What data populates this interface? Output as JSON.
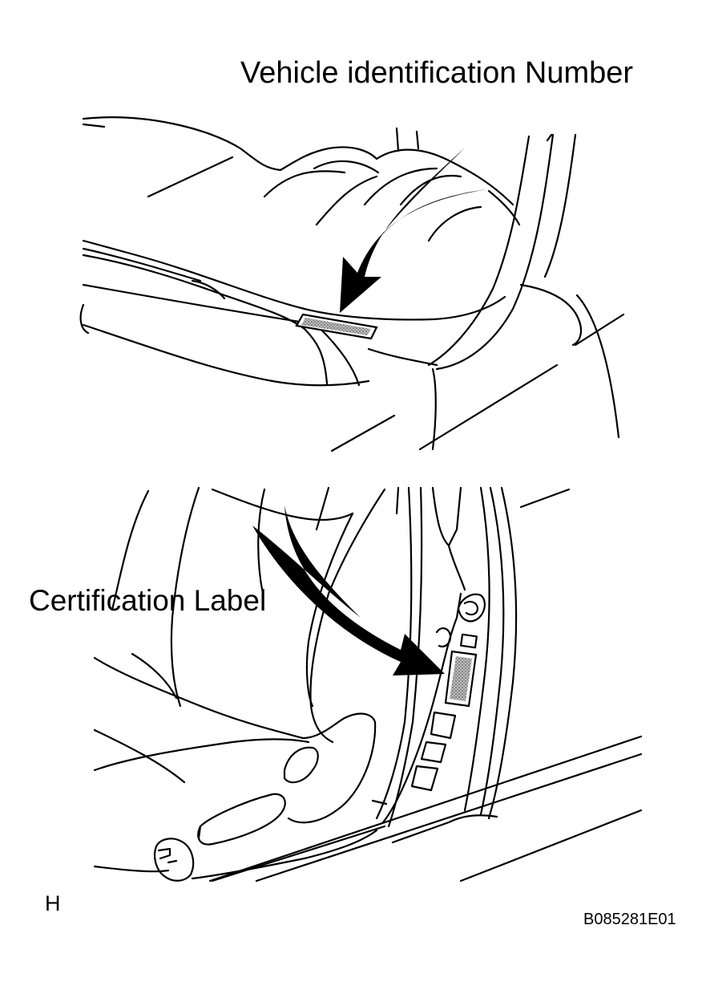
{
  "labels": {
    "vin": "Vehicle identification Number",
    "certification": "Certification Label",
    "view_code": "H",
    "figure_id": "B085281E01"
  },
  "colors": {
    "line": "#000000",
    "background": "#ffffff",
    "label_fill": "#888888"
  },
  "icons": {
    "vin_arrow": "curved-arrow-icon",
    "cert_arrow": "curved-arrow-icon"
  }
}
